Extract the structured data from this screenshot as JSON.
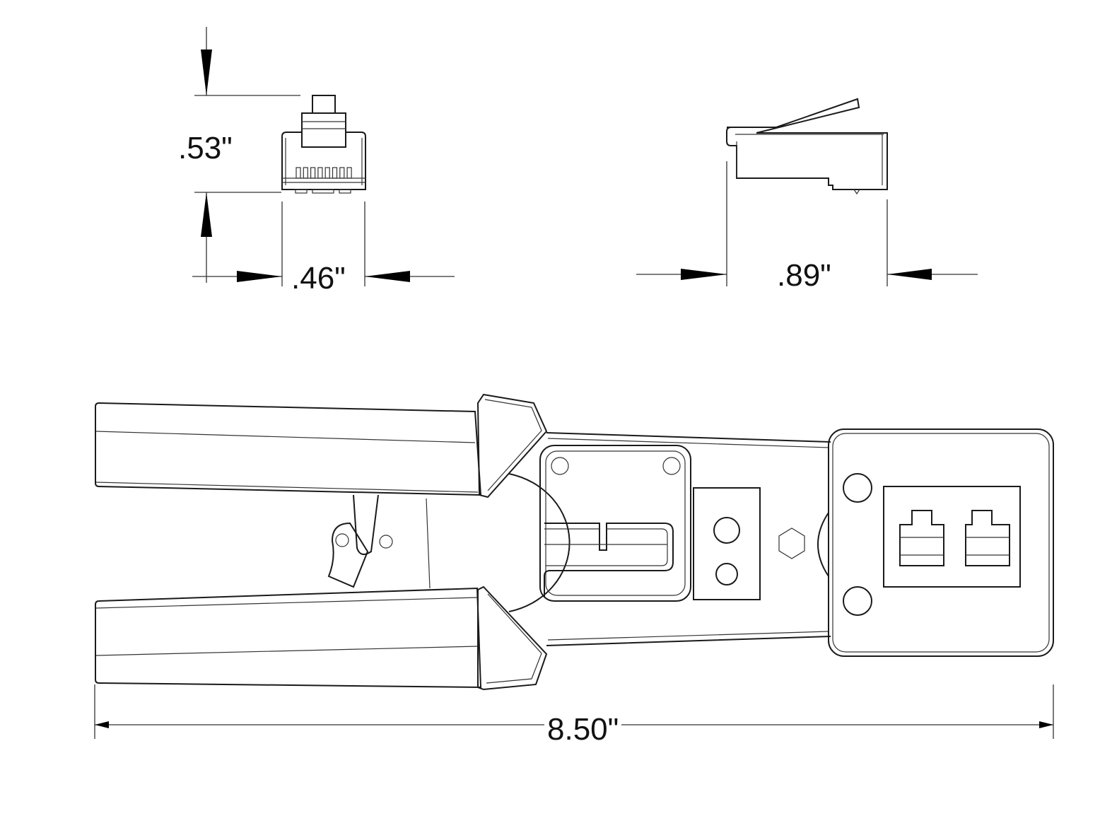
{
  "dimensions": {
    "plug_height": ".53\"",
    "plug_width": ".46\"",
    "plug_length": ".89\"",
    "tool_length": "8.50\""
  },
  "colors": {
    "line": "#1a1a1a",
    "background": "#ffffff"
  }
}
